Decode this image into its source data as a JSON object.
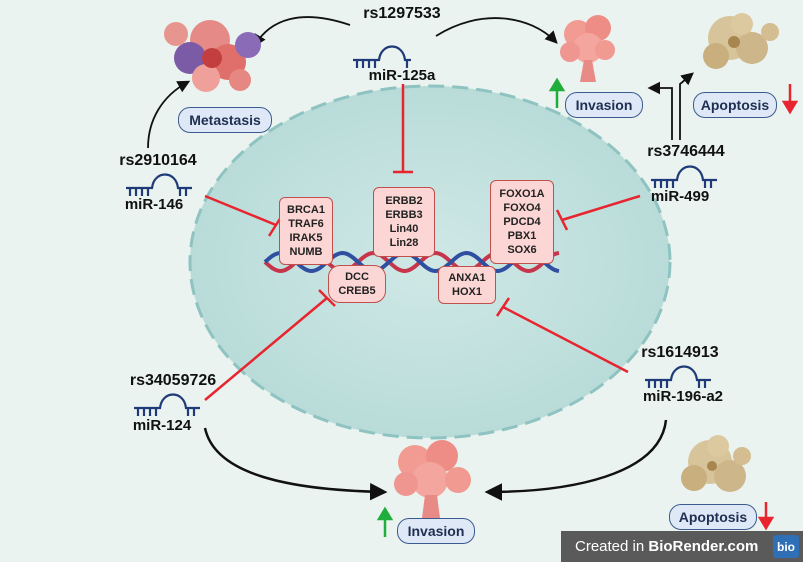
{
  "nodes": {
    "top": {
      "snp": "rs1297533",
      "mir": "miR-125a"
    },
    "left_upper": {
      "snp": "rs2910164",
      "mir": "miR-146"
    },
    "right_upper": {
      "snp": "rs3746444",
      "mir": "miR-499"
    },
    "left_lower": {
      "snp": "rs34059726",
      "mir": "miR-124"
    },
    "right_lower": {
      "snp": "rs1614913",
      "mir": "miR-196-a2"
    }
  },
  "targets": {
    "brca": [
      "BRCA1",
      "TRAF6",
      "IRAK5",
      "NUMB"
    ],
    "erbb": [
      "ERBB2",
      "ERBB3",
      "Lin40",
      "Lin28"
    ],
    "foxo": [
      "FOXO1A",
      "FOXO4",
      "PDCD4",
      "PBX1",
      "SOX6"
    ],
    "dcc": [
      "DCC",
      "CREB5"
    ],
    "anxa": [
      "ANXA1",
      "HOX1"
    ]
  },
  "outcomes": {
    "metastasis": "Metastasis",
    "invasion_top": "Invasion",
    "apoptosis_top": "Apoptosis",
    "invasion_bottom": "Invasion",
    "apoptosis_bottom": "Apoptosis"
  },
  "badge": {
    "prefix": "Created in ",
    "brand": "BioRender.com",
    "logo": "bio"
  },
  "colors": {
    "inhibit": "#e8242f",
    "up_arrow": "#1fae3b",
    "down_arrow": "#e8242f",
    "pill_border": "#3b5b8f",
    "cell": "#c5e3e1"
  }
}
